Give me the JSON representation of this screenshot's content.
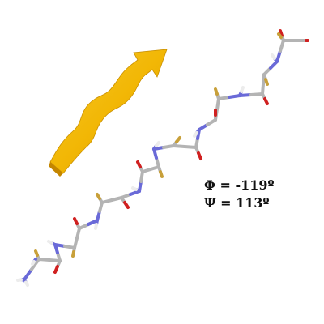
{
  "ribbon_color": "#f2b705",
  "atom_colors": {
    "carbon": "#b4b4b4",
    "nitrogen": "#6a6ad8",
    "oxygen": "#d02020",
    "hydrogen": "#ececec",
    "side_chain": "#c8a03a"
  },
  "annotation": {
    "phi_symbol": "Φ",
    "phi_text": " = -119º",
    "psi_symbol": "Ψ",
    "psi_text": " = 113º"
  },
  "molecule_icon": "beta-strand-ball-and-stick",
  "ribbon_icon": "beta-strand-arrow"
}
